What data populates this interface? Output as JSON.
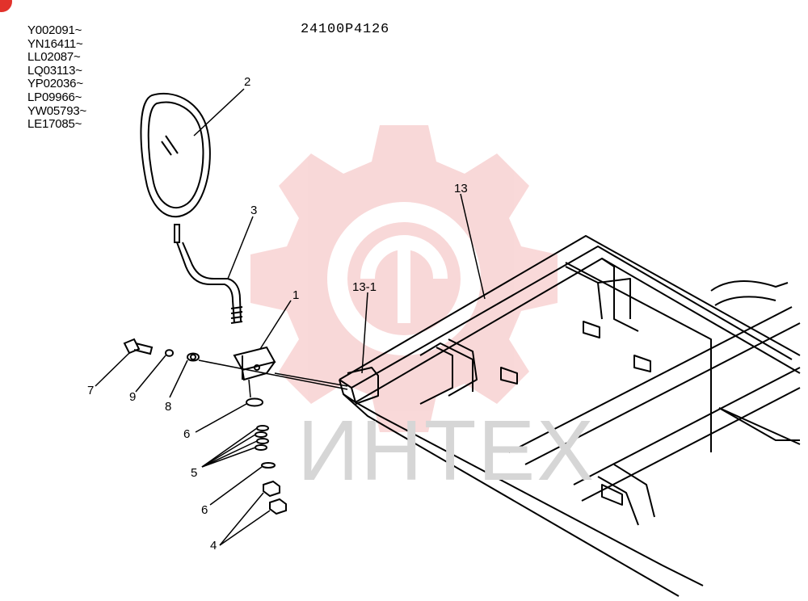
{
  "page": {
    "part_number": "24100P4126",
    "serial_ranges": [
      "Y002091~",
      "YN16411~",
      "LL02087~",
      "LQ03113~",
      "YP02036~",
      "LP09966~",
      "YW05793~",
      "LE17085~"
    ],
    "watermark_text": "ИНТЕХ",
    "watermark_color": "#f4b9b9",
    "badge_color": "#e2322b"
  },
  "callouts": {
    "c1": "1",
    "c2": "2",
    "c3": "3",
    "c4": "4",
    "c5": "5",
    "c6a": "6",
    "c6b": "6",
    "c7": "7",
    "c8": "8",
    "c9": "9",
    "c13": "13",
    "c13_1": "13-1"
  }
}
